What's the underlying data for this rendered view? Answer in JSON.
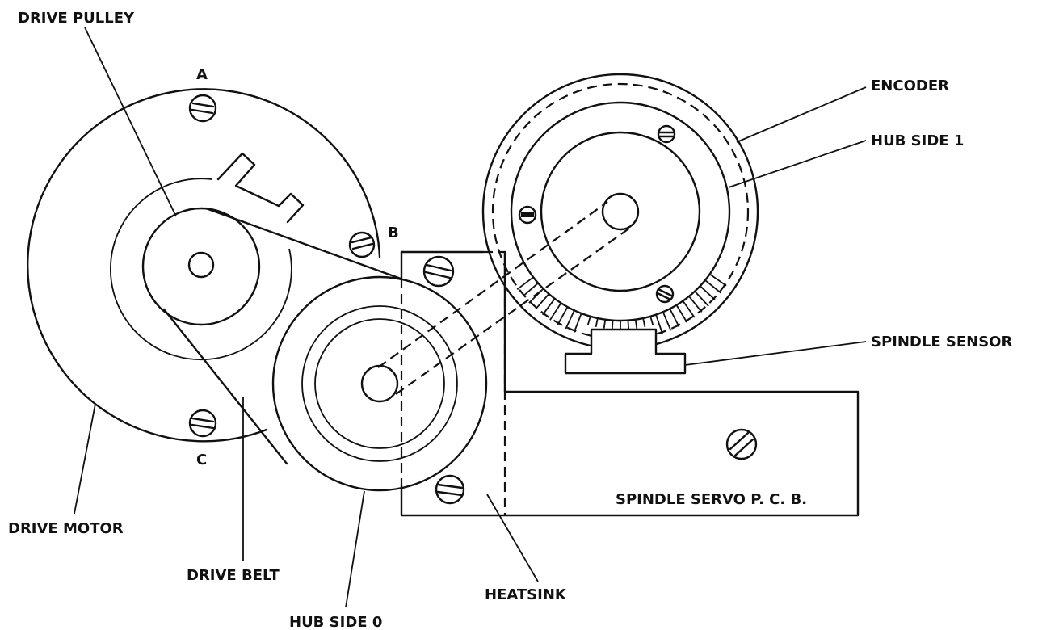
{
  "labels": {
    "drive_pulley": "DRIVE PULLEY",
    "encoder": "ENCODER",
    "hub_side_1": "HUB SIDE 1",
    "spindle_sensor": "SPINDLE SENSOR",
    "spindle_servo_pcb": "SPINDLE SERVO P. C. B.",
    "drive_motor": "DRIVE MOTOR",
    "drive_belt": "DRIVE BELT",
    "heatsink": "HEATSINK",
    "hub_side_0": "HUB SIDE 0"
  },
  "screw_labels": {
    "a": "A",
    "b": "B",
    "c": "C"
  },
  "colors": {
    "ink": "#111111",
    "paper": "#ffffff"
  }
}
